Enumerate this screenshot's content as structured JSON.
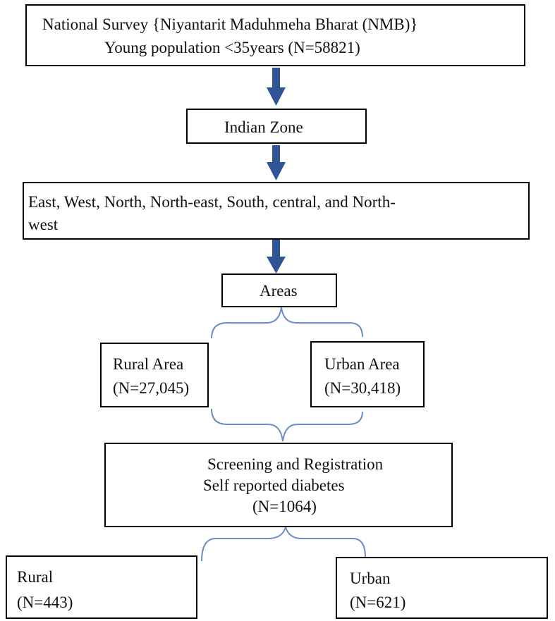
{
  "colors": {
    "arrow": "#2f5597",
    "bracket": "#6b8fc4",
    "border": "#000000",
    "text": "#111111"
  },
  "survey": {
    "line1": "National Survey  {Niyantarit Maduhmeha Bharat (NMB)}",
    "line2": "Young population <35years (N=58821)"
  },
  "zone": {
    "label": "Indian Zone"
  },
  "regions": {
    "line1": "East, West, North, North-east, South, central, and North-",
    "line2": "west"
  },
  "areas": {
    "label": "Areas"
  },
  "rural_area": {
    "name": "Rural Area",
    "count": "(N=27,045)"
  },
  "urban_area": {
    "name": "Urban Area",
    "count": "(N=30,418)"
  },
  "screening": {
    "line1": "Screening  and Registration",
    "line2": "Self reported diabetes",
    "line3": "(N=1064)"
  },
  "rural": {
    "name": "Rural",
    "count": "(N=443)"
  },
  "urban": {
    "name": "Urban",
    "count": "(N=621)"
  }
}
